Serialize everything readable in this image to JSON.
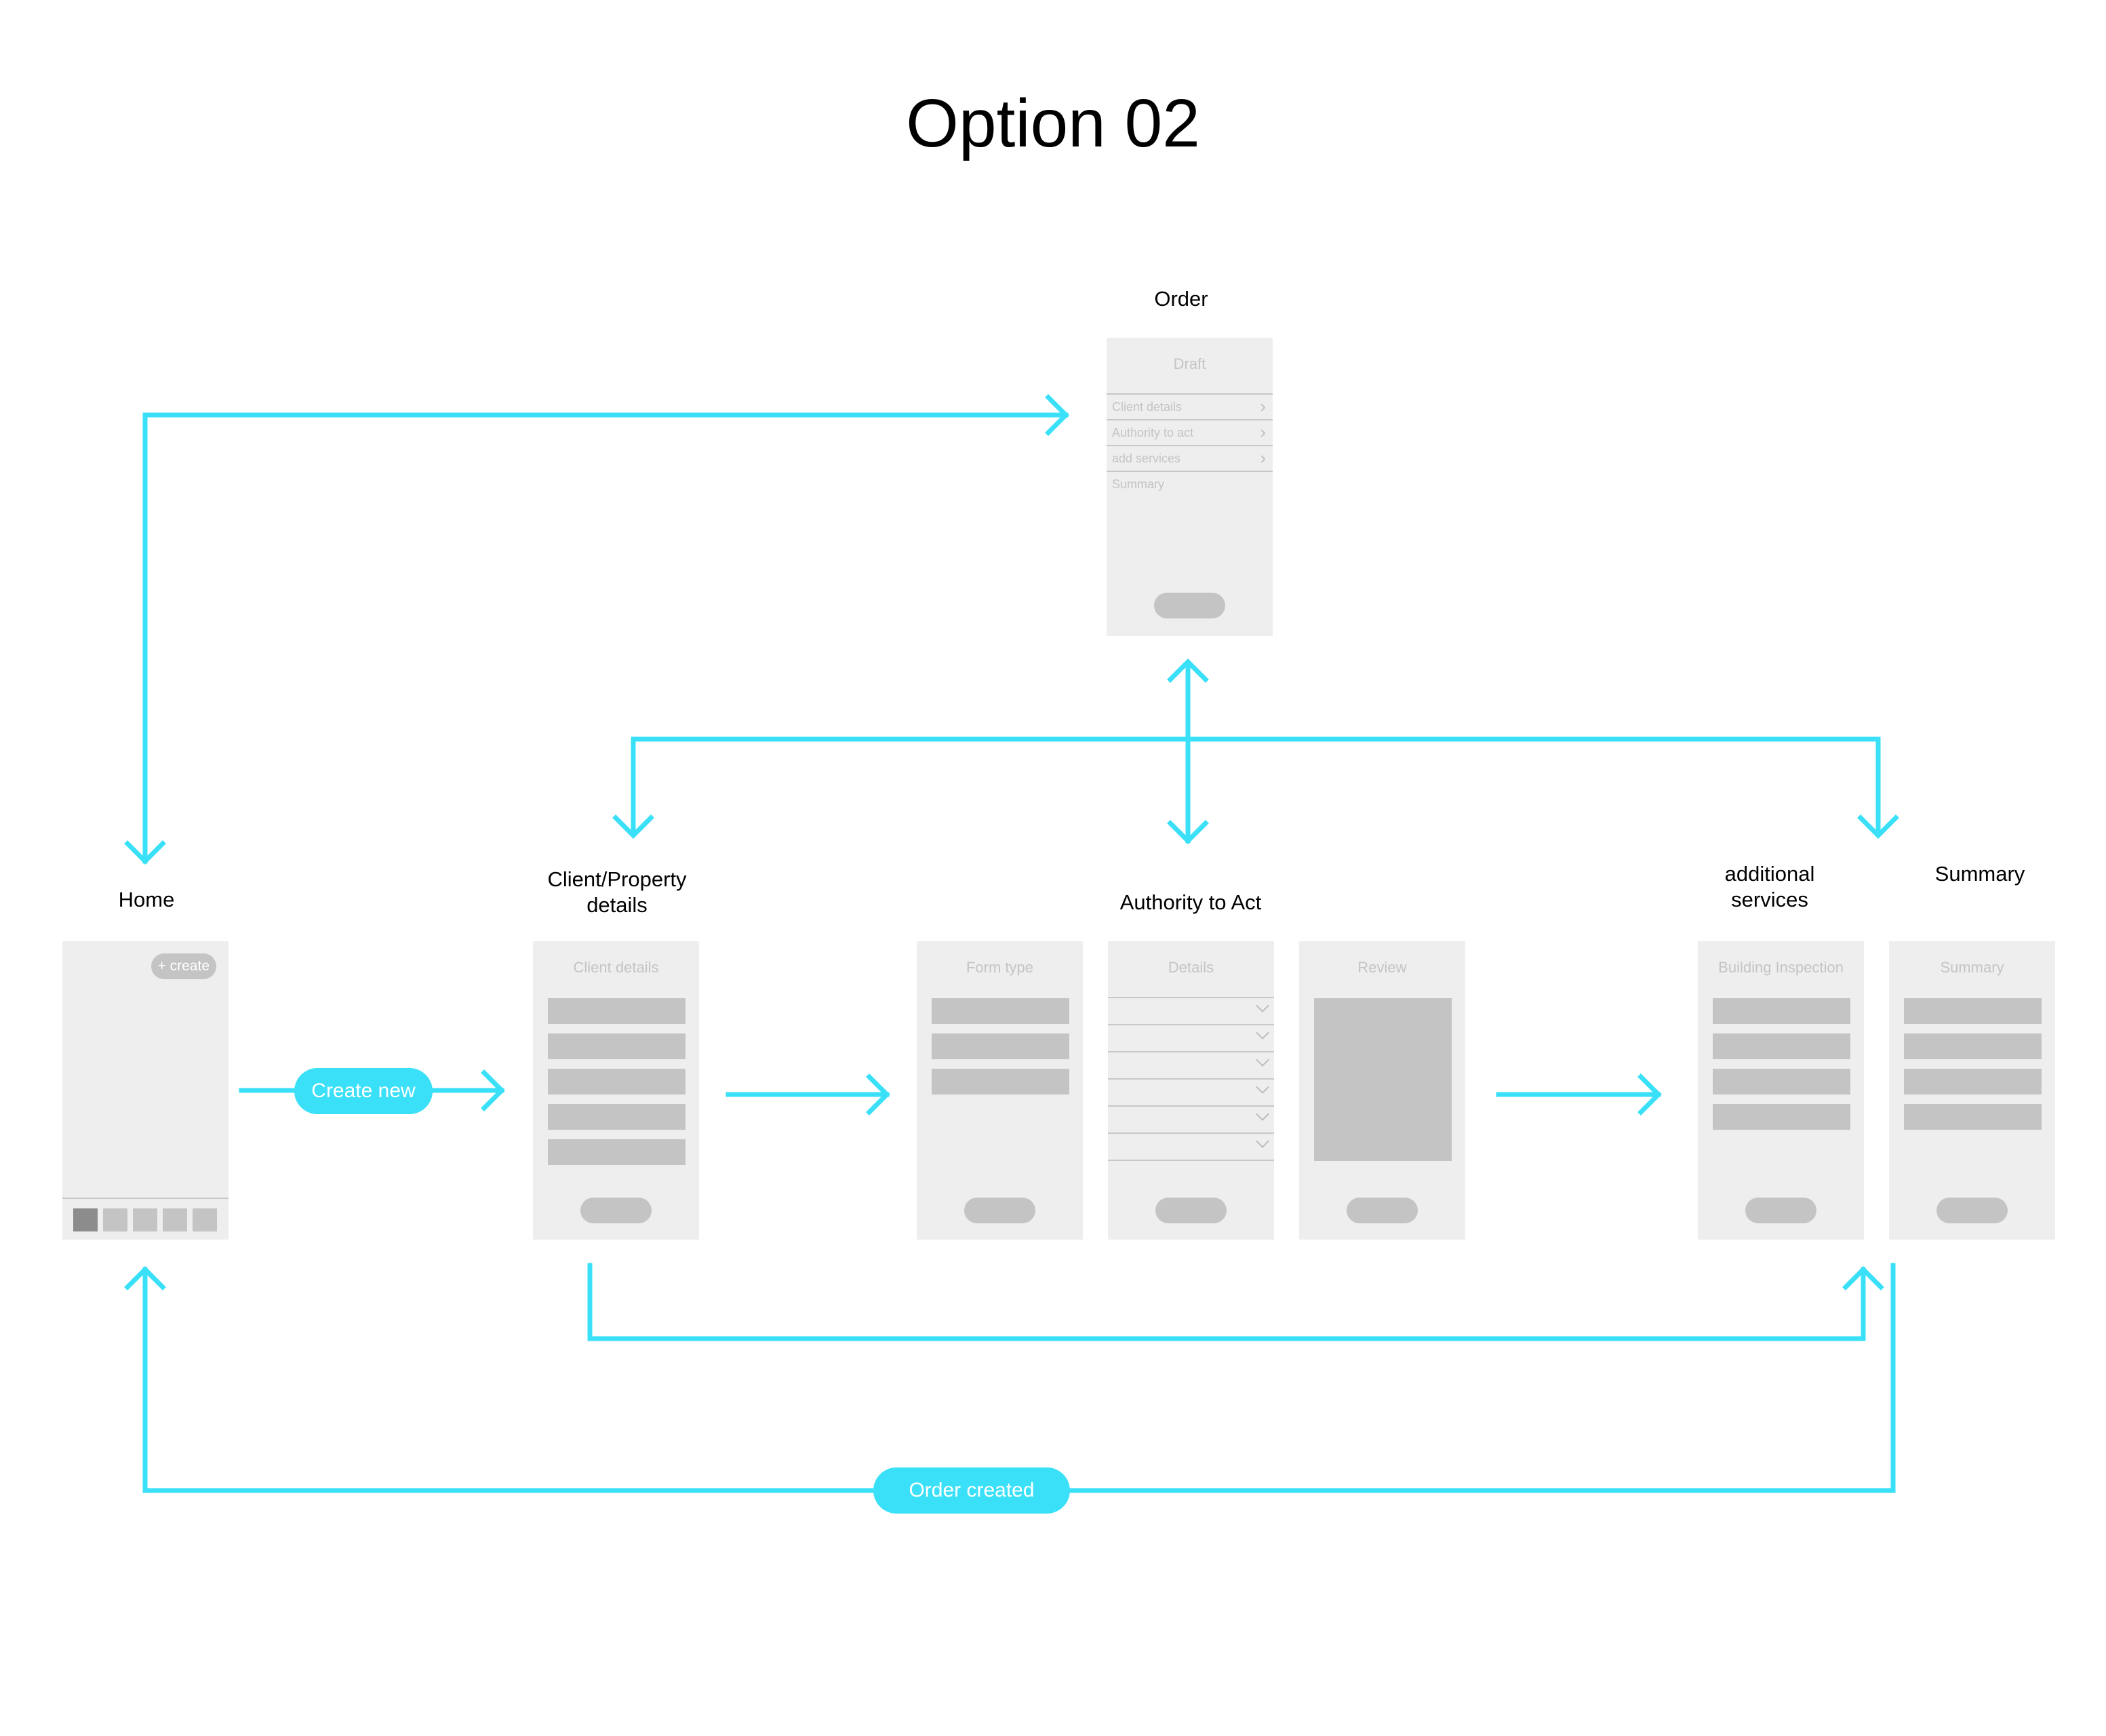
{
  "title": "Option 02",
  "accent_color": "#3ae0f7",
  "placeholder_color": "#c4c4c4",
  "screen_bg_color": "#eeeeee",
  "labels": {
    "order": "Order",
    "home": "Home",
    "client_property": [
      "Client/Property",
      "details"
    ],
    "authority": "Authority to Act",
    "additional": [
      "additional",
      "services"
    ],
    "summary": "Summary"
  },
  "order_screen": {
    "title": "Draft",
    "rows": [
      "Client details",
      "Authority to act",
      "add services",
      "Summary"
    ]
  },
  "home_screen": {
    "create_button": "+ create"
  },
  "screens": {
    "client_details": "Client details",
    "form_type": "Form type",
    "details": "Details",
    "review": "Review",
    "building_inspection": "Building Inspection",
    "summary": "Summary"
  },
  "flow_pills": {
    "create_new": "Create new",
    "order_created": "Order created"
  }
}
